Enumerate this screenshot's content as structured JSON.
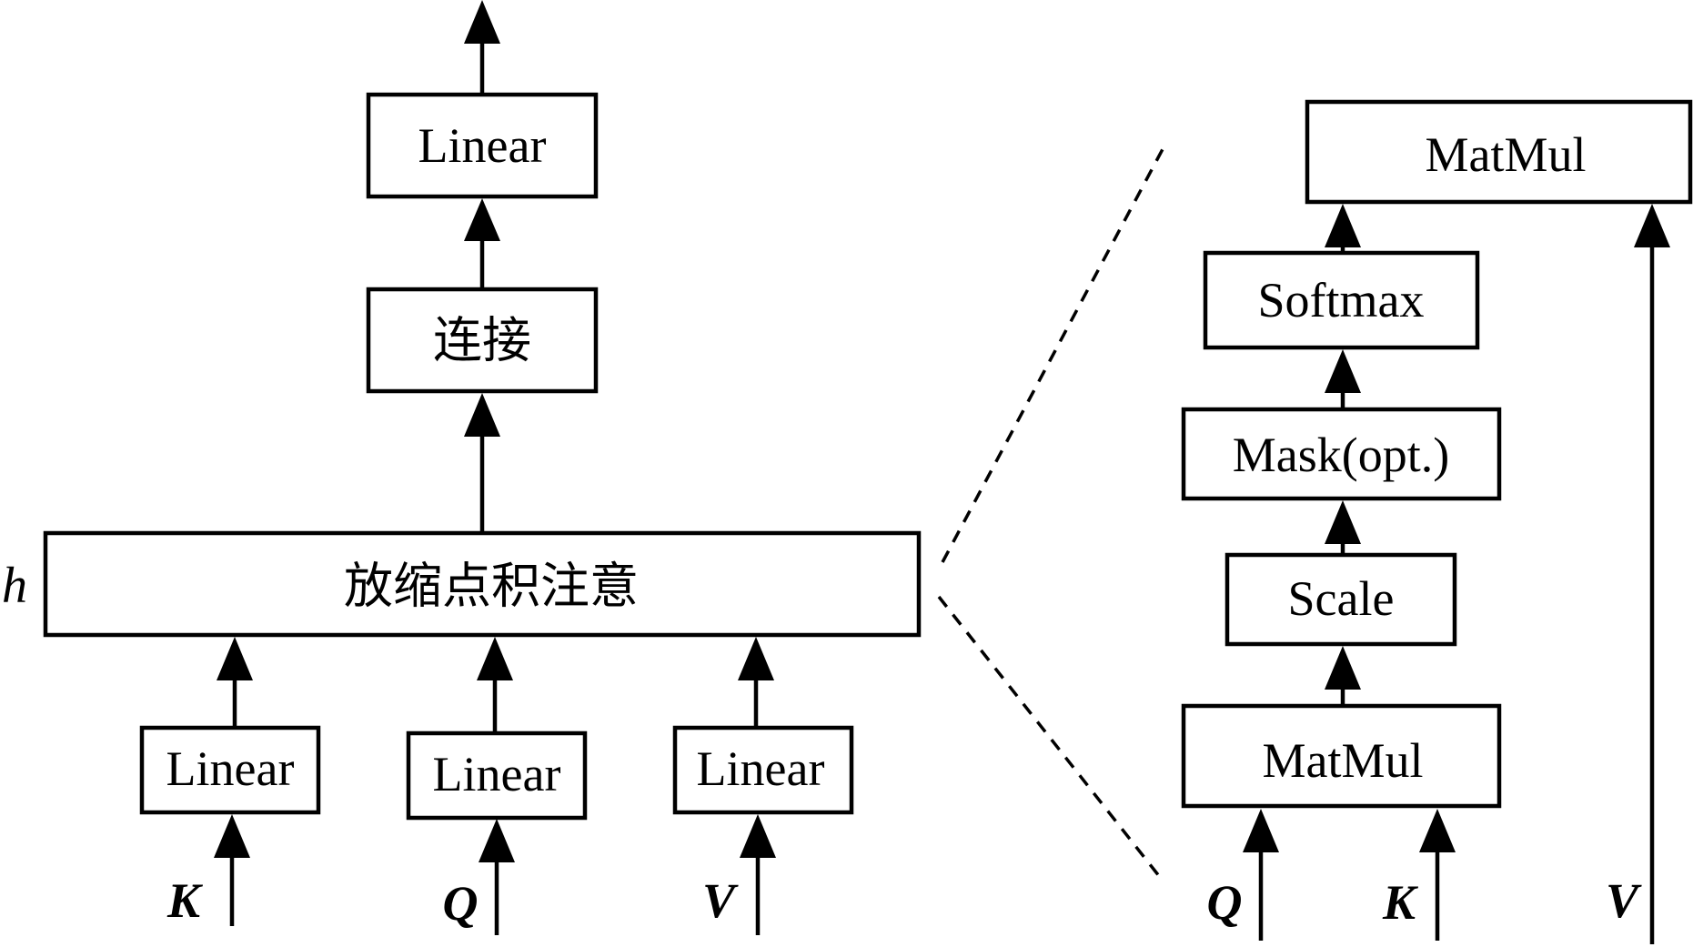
{
  "left": {
    "output_linear": "Linear",
    "concat": "连接",
    "attention": "放缩点积注意",
    "heads_label": "h",
    "input_linears": [
      "Linear",
      "Linear",
      "Linear"
    ],
    "inputs": [
      "K",
      "Q",
      "V"
    ]
  },
  "right": {
    "top_matmul": "MatMul",
    "softmax": "Softmax",
    "mask": "Mask(opt.)",
    "scale": "Scale",
    "bottom_matmul": "MatMul",
    "inputs": [
      "Q",
      "K",
      "V"
    ]
  }
}
